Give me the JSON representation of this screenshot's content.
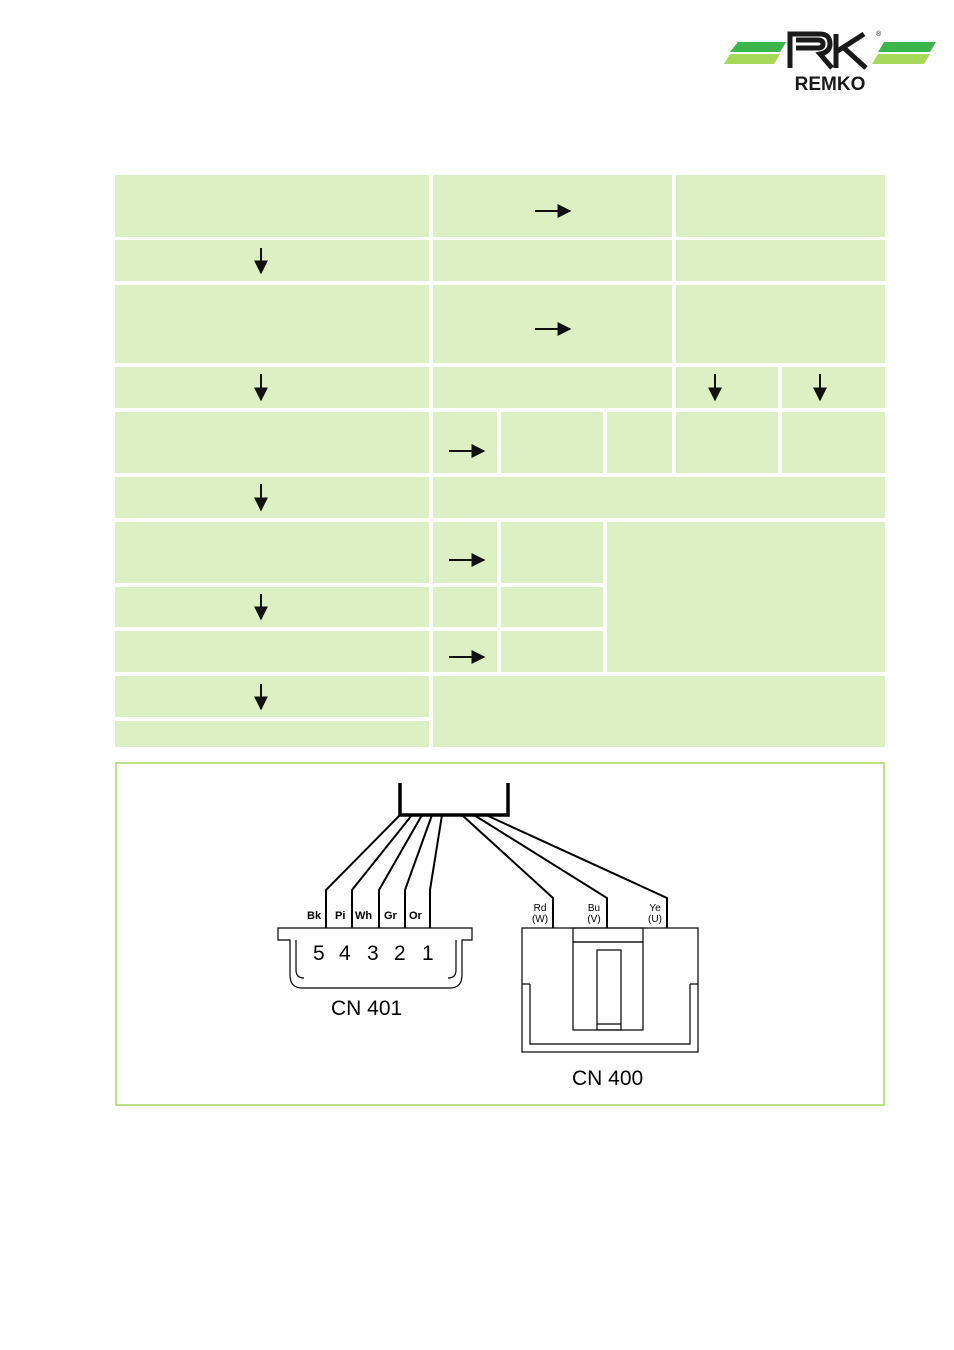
{
  "logo": {
    "brand_text": "REMKO",
    "registered_mark": "®",
    "colors": {
      "green_stripe": "#3cb54a",
      "light_green_stripe": "#a6d95a",
      "mark": "#1a1a1a"
    }
  },
  "flowchart": {
    "cell_fill": "#dcf0c4",
    "arrow_color": "#111111",
    "cells_have_text": false
  },
  "wiring": {
    "frame_border_color": "#a6d95a",
    "cn401": {
      "label": "CN 401",
      "pin_numbers": [
        "5",
        "4",
        "3",
        "2",
        "1"
      ],
      "wire_labels": [
        "Bk",
        "Pi",
        "Wh",
        "Gr",
        "Or"
      ]
    },
    "cn400": {
      "label": "CN 400",
      "wire_labels": [
        {
          "color": "Rd",
          "phase": "(W)"
        },
        {
          "color": "Bu",
          "phase": "(V)"
        },
        {
          "color": "Ye",
          "phase": "(U)"
        }
      ]
    }
  }
}
